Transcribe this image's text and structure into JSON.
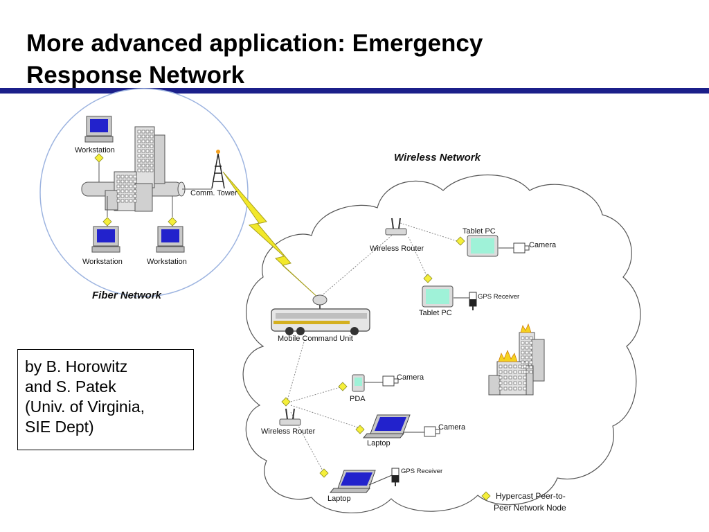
{
  "slide": {
    "title_line1": "More advanced application: Emergency",
    "title_line2": "Response Network",
    "attribution": " by B. Horowitz\nand S. Patek\n(Univ. of Virginia,\nSIE Dept)"
  },
  "diagram": {
    "fiber_network_label": "Fiber Network",
    "wireless_network_label": "Wireless Network",
    "workstation_top": "Workstation",
    "workstation_left": "Workstation",
    "workstation_right": "Workstation",
    "comm_tower": "Comm. Tower",
    "wireless_router_top": "Wireless Router",
    "tablet_pc_top": "Tablet PC",
    "camera_top": "Camera",
    "tablet_pc_mid": "Tablet PC",
    "gps_receiver_top": "GPS Receiver",
    "mobile_command_unit": "Mobile Command Unit",
    "pda": "PDA",
    "camera_pda": "Camera",
    "wireless_router_bottom": "Wireless Router",
    "laptop_mid": "Laptop",
    "camera_laptop": "Camera",
    "laptop_bottom": "Laptop",
    "gps_receiver_bottom": "GPS Receiver",
    "legend_line1": "Hypercast Peer-to-",
    "legend_line2": "Peer Network Node"
  },
  "colors": {
    "title_rule": "#1b1f8a",
    "node_diamond": "#f5ef3a",
    "lightning": "#f2e82a",
    "fiber_circle": "#9db4e0",
    "screen_blue": "#2222cc",
    "screen_green": "#9ff2d8",
    "fire": "#f5d21e"
  }
}
